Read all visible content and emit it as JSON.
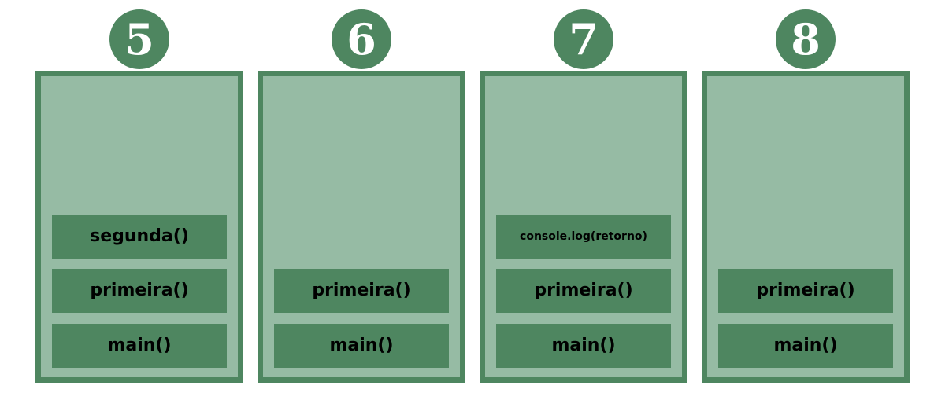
{
  "steps": [
    {
      "number": "5",
      "frames": [
        "segunda()",
        "primeira()",
        "main()"
      ]
    },
    {
      "number": "6",
      "frames": [
        "primeira()",
        "main()"
      ]
    },
    {
      "number": "7",
      "frames": [
        "console.log(retorno)",
        "primeira()",
        "main()"
      ]
    },
    {
      "number": "8",
      "frames": [
        "primeira()",
        "main()"
      ]
    }
  ]
}
